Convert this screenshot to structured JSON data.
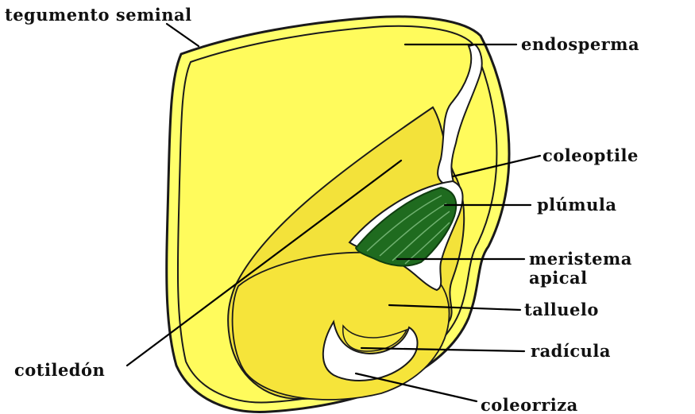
{
  "labels": {
    "tegumento": "tegumento seminal",
    "endosperma": "endosperma",
    "coleoptile": "coleoptile",
    "plumula": "plúmula",
    "meristema_line1": "meristema",
    "meristema_line2": "apical",
    "talluelo": "talluelo",
    "radicula": "radícula",
    "cotiledon": "cotiledón",
    "coleorriza": "coleorriza"
  },
  "colors": {
    "seed_yellow": "#ffff66",
    "outline": "#1a1a1a",
    "endosperm_yellow": "#fdfa55",
    "cotyledon_yellow": "#f8ec3a",
    "plumule_green": "#1f6b1f",
    "plumule_dark": "#0f4a12"
  }
}
